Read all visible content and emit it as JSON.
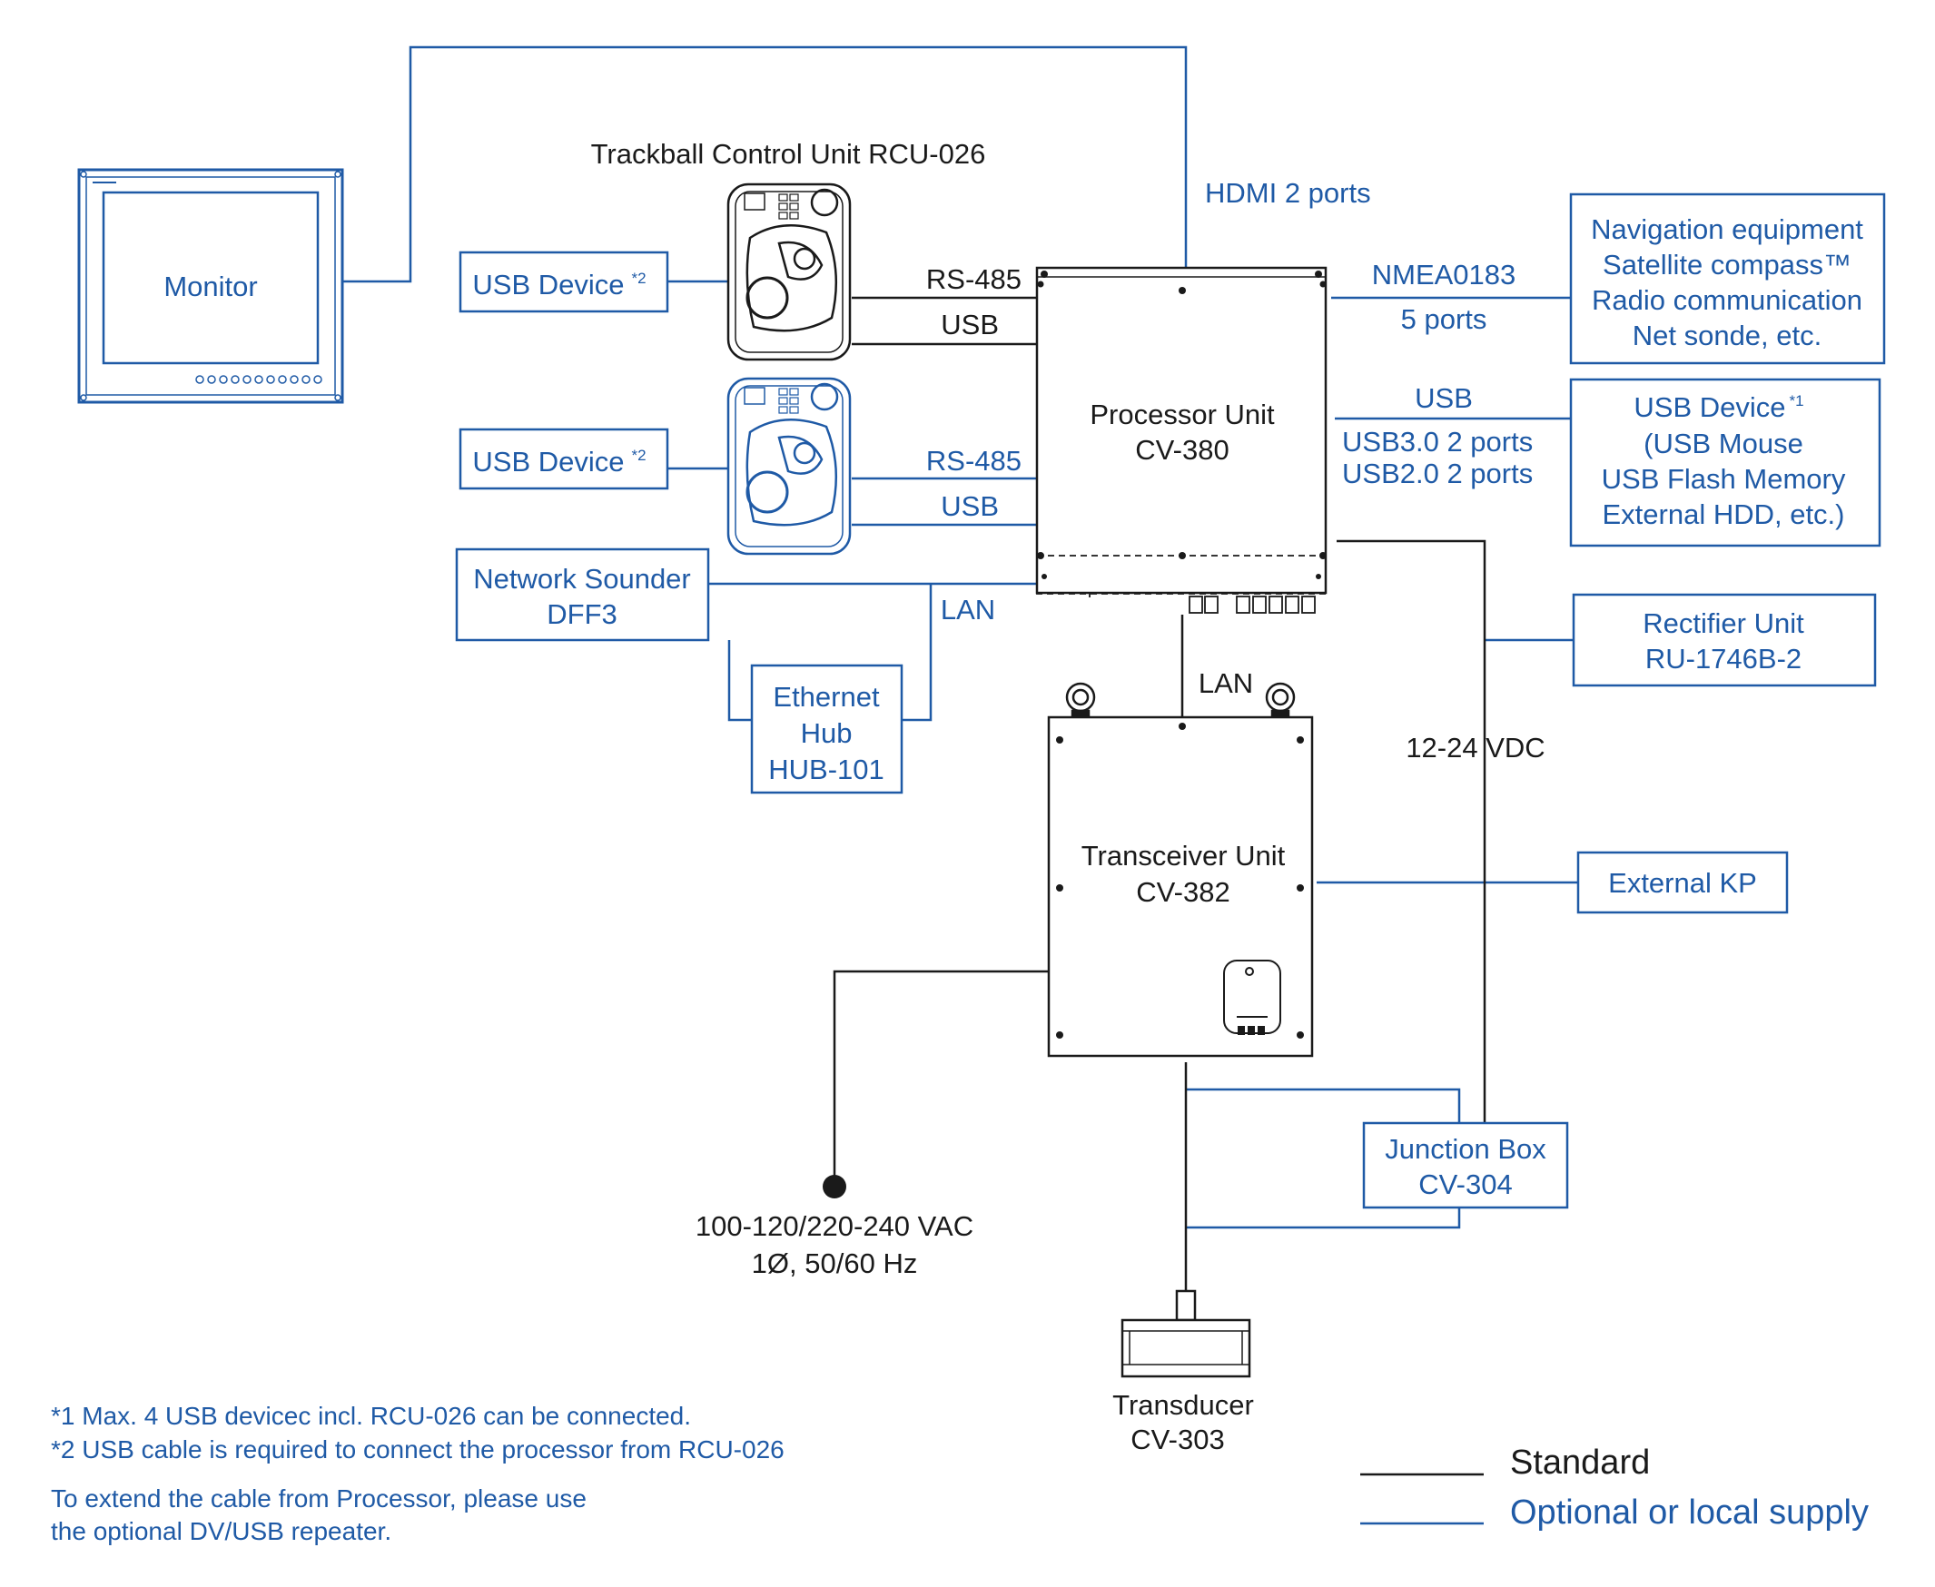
{
  "colors": {
    "standard": "#1a1a1a",
    "optional": "#1f5aa6"
  },
  "monitor": {
    "label": "Monitor"
  },
  "rcu": {
    "title": "Trackball Control Unit RCU-026"
  },
  "usb_device_2": {
    "label": "USB Device",
    "note": "*2"
  },
  "links": {
    "hdmi": "HDMI 2 ports",
    "rs485": "RS-485",
    "usb": "USB",
    "nmea": "NMEA0183",
    "nmea_ports": "5 ports",
    "usb_right": "USB",
    "usb3": "USB3.0  2 ports",
    "usb2": "USB2.0  2 ports",
    "lan": "LAN"
  },
  "processor": {
    "name": "Processor Unit",
    "model": "CV-380"
  },
  "navigation": {
    "lines": [
      "Navigation equipment",
      "Satellite compass™",
      "Radio communication",
      "Net sonde, etc."
    ]
  },
  "usb_device_1": {
    "label": "USB Device",
    "note": "*1",
    "lines": [
      "(USB Mouse",
      "USB Flash Memory",
      "External HDD, etc.)"
    ]
  },
  "network_sounder": {
    "name": "Network Sounder",
    "model": "DFF3"
  },
  "ethernet_hub": {
    "lines": [
      "Ethernet",
      "Hub",
      "HUB-101"
    ]
  },
  "rectifier": {
    "name": "Rectifier Unit",
    "model": "RU-1746B-2"
  },
  "dc_power": "12-24 VDC",
  "transceiver": {
    "name": "Transceiver Unit",
    "model": "CV-382"
  },
  "external_kp": "External KP",
  "ac_power": {
    "voltage": "100-120/220-240 VAC",
    "phase": "1Ø, 50/60 Hz"
  },
  "junction_box": {
    "name": "Junction Box",
    "model": "CV-304"
  },
  "transducer": {
    "name": "Transducer",
    "model": "CV-303"
  },
  "footnotes": [
    "*1  Max. 4 USB devicec incl. RCU-026 can be connected.",
    "*2  USB cable is required to connect the processor from RCU-026"
  ],
  "extension_note": [
    "To extend the cable from Processor, please use",
    "the optional DV/USB repeater."
  ],
  "legend": {
    "standard": "Standard",
    "optional": "Optional or local supply"
  }
}
